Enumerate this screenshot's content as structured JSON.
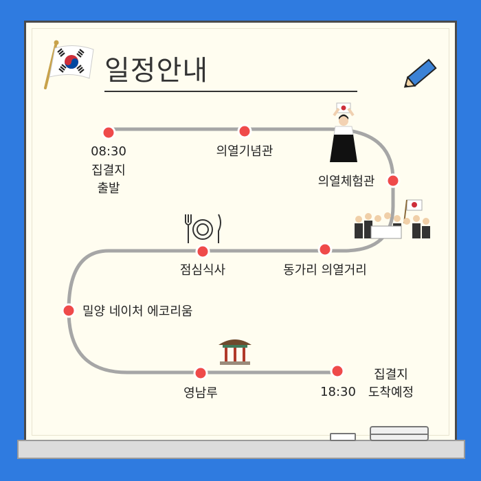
{
  "header": {
    "title": "일정안내"
  },
  "schedule": {
    "start_time": "08:30",
    "start_place_line1": "집결지",
    "start_place_line2": "출발",
    "stop_memorial_hall": "의열기념관",
    "stop_experience_hall": "의열체험관",
    "stop_street": "동가리 의열거리",
    "stop_lunch": "점심식사",
    "stop_ecorium": "밀양 네이처 에코리움",
    "stop_yeongnamru": "영남루",
    "end_time": "18:30",
    "end_place_line1": "집결지",
    "end_place_line2": "도착예정"
  },
  "colors": {
    "background": "#2f7be0",
    "board": "#fffdf0",
    "route": "#a6a6a6",
    "stop_dot": "#ef4a4a"
  },
  "icons": [
    "korean-flag-icon",
    "pencil-icon",
    "woman-with-flag-icon",
    "crowd-protest-icon",
    "fork-plate-knife-icon",
    "pavilion-icon"
  ]
}
